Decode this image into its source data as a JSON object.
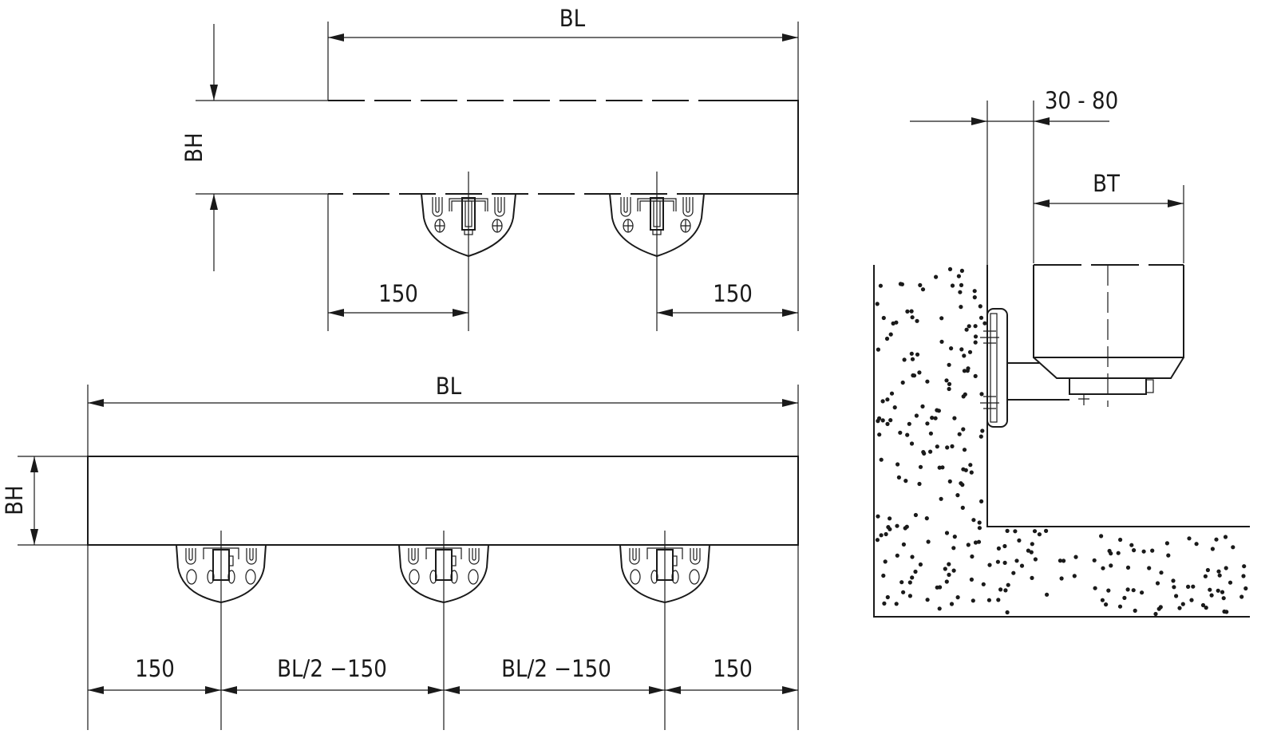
{
  "top_view": {
    "length_label": "BL",
    "height_label": "BH",
    "left_offset": "150",
    "right_offset": "150"
  },
  "bottom_view": {
    "length_label": "BL",
    "height_label": "BH",
    "offsets": [
      "150",
      "BL/2 −150",
      "BL/2 −150",
      "150"
    ]
  },
  "side_view": {
    "wall_gap_label": "30 - 80",
    "depth_label": "BT"
  },
  "colors": {
    "line": "#1a1a1a",
    "background": "#ffffff"
  }
}
